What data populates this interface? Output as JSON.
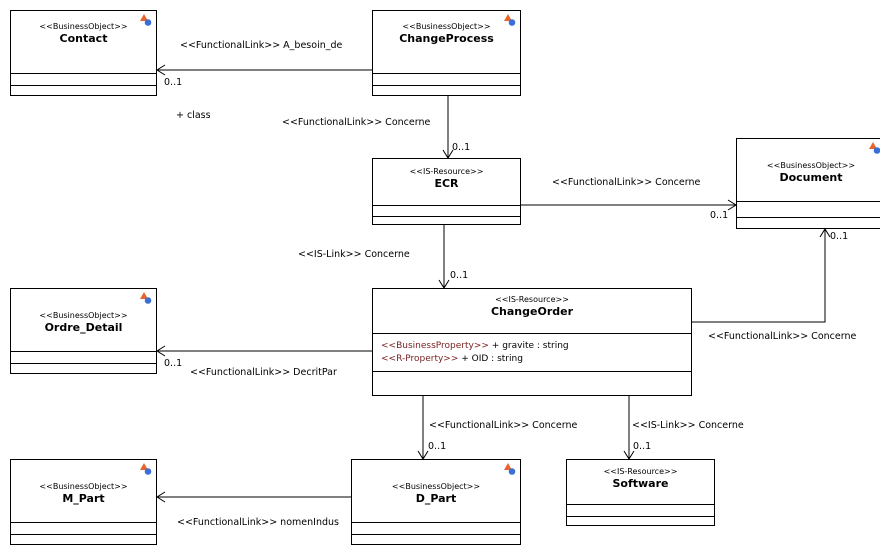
{
  "classes": {
    "contact": {
      "stereotype": "<<BusinessObject>>",
      "name": "Contact",
      "icon": "business-object-icon"
    },
    "changeprocess": {
      "stereotype": "<<BusinessObject>>",
      "name": "ChangeProcess",
      "icon": "business-object-icon"
    },
    "ecr": {
      "stereotype": "<<IS-Resource>>",
      "name": "ECR"
    },
    "document": {
      "stereotype": "<<BusinessObject>>",
      "name": "Document",
      "icon": "business-object-icon"
    },
    "ordre_detail": {
      "stereotype": "<<BusinessObject>>",
      "name": "Ordre_Detail",
      "icon": "business-object-icon"
    },
    "changeorder": {
      "stereotype": "<<IS-Resource>>",
      "name": "ChangeOrder",
      "attributes": [
        {
          "stereotype": "<<BusinessProperty>>",
          "text": " + gravite : string"
        },
        {
          "stereotype": "<<R-Property>>",
          "text": " + OID : string"
        }
      ]
    },
    "m_part": {
      "stereotype": "<<BusinessObject>>",
      "name": "M_Part",
      "icon": "business-object-icon"
    },
    "d_part": {
      "stereotype": "<<BusinessObject>>",
      "name": "D_Part",
      "icon": "business-object-icon"
    },
    "software": {
      "stereotype": "<<IS-Resource>>",
      "name": "Software"
    }
  },
  "links": {
    "a_besoin_de": {
      "label": "<<FunctionalLink>> A_besoin_de",
      "multiplicity": "0..1"
    },
    "class_note": {
      "label": "+ class"
    },
    "cp_ecr": {
      "label": "<<FunctionalLink>> Concerne",
      "multiplicity": "0..1"
    },
    "ecr_document": {
      "label": "<<FunctionalLink>> Concerne",
      "multiplicity": "0..1"
    },
    "ecr_changeorder": {
      "label": "<<IS-Link>> Concerne",
      "multiplicity": "0..1"
    },
    "changeorder_document": {
      "label": "<<FunctionalLink>> Concerne",
      "multiplicity": "0..1"
    },
    "decritpar": {
      "label": "<<FunctionalLink>> DecritPar",
      "multiplicity": "0..1"
    },
    "changeorder_dpart": {
      "label": "<<FunctionalLink>> Concerne",
      "multiplicity": "0..1"
    },
    "changeorder_software": {
      "label": "<<IS-Link>> Concerne",
      "multiplicity": "0..1"
    },
    "nomenindus": {
      "label": "<<FunctionalLink>> nomenIndus"
    }
  },
  "colors": {
    "line": "#000000",
    "attribute_stereotype": "#7a1f1f",
    "icon_orange": "#e8642a",
    "icon_blue": "#3b6fd6"
  }
}
